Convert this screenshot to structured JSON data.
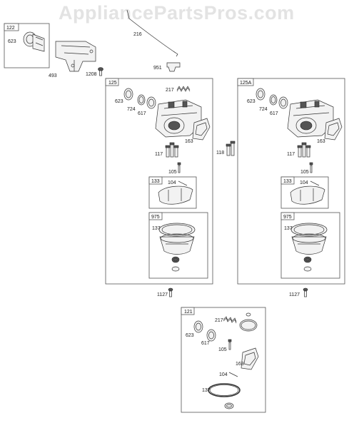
{
  "watermark": "AppliancePartsPros.com",
  "assemblies": {
    "a122": {
      "box_label": "122",
      "parts": [
        "623"
      ]
    },
    "a125": {
      "box_label": "125",
      "parts": [
        "217",
        "623",
        "724",
        "617",
        "163",
        "117",
        "105"
      ]
    },
    "a125A": {
      "box_label": "125A",
      "parts": [
        "623",
        "724",
        "617",
        "163",
        "117",
        "105"
      ]
    },
    "a121": {
      "box_label": "121",
      "parts": [
        "217",
        "623",
        "617",
        "105",
        "163",
        "104",
        "137"
      ]
    },
    "a133_left": {
      "box_label": "133",
      "parts": [
        "104"
      ]
    },
    "a975_left": {
      "box_label": "975",
      "parts": [
        "137"
      ]
    },
    "a133_right": {
      "box_label": "133",
      "parts": [
        "104"
      ]
    },
    "a975_right": {
      "box_label": "975",
      "parts": [
        "137"
      ]
    }
  },
  "loose_parts": [
    "493",
    "1208",
    "216",
    "951",
    "118",
    "1127",
    "1127"
  ]
}
